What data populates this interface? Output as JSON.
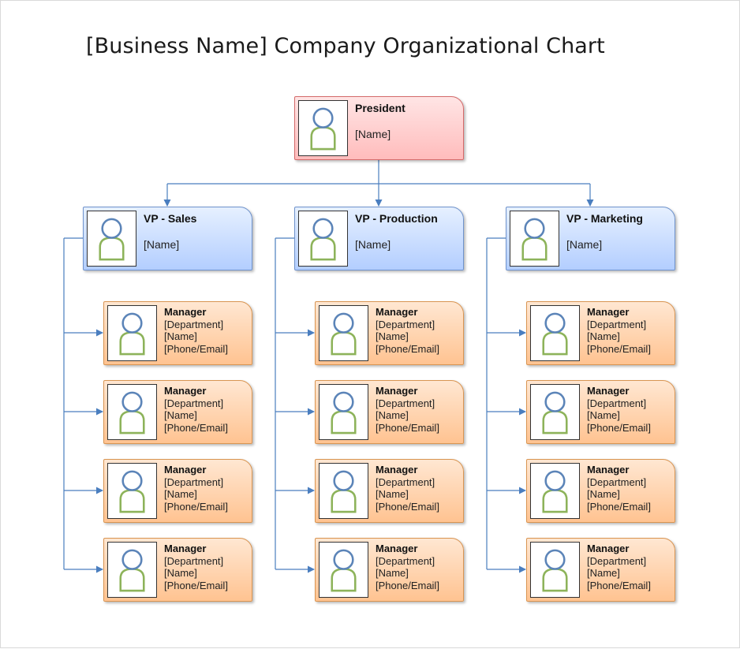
{
  "title": "[Business Name] Company Organizational Chart",
  "colors": {
    "president_fill": "#ffbcbc",
    "vp_fill": "#b3ceff",
    "manager_fill": "#ffc391",
    "connector": "#4a7ebf",
    "person_head": "#5b84b8",
    "person_body": "#8db35a"
  },
  "president": {
    "title": "President",
    "name": "[Name]",
    "icon": "person-icon"
  },
  "vps": [
    {
      "title": "VP - Sales",
      "name": "[Name]",
      "icon": "person-icon",
      "managers": [
        {
          "title": "Manager",
          "department": "[Department]",
          "name": "[Name]",
          "contact": "[Phone/Email]"
        },
        {
          "title": "Manager",
          "department": "[Department]",
          "name": "[Name]",
          "contact": "[Phone/Email]"
        },
        {
          "title": "Manager",
          "department": "[Department]",
          "name": "[Name]",
          "contact": "[Phone/Email]"
        },
        {
          "title": "Manager",
          "department": "[Department]",
          "name": "[Name]",
          "contact": "[Phone/Email]"
        }
      ]
    },
    {
      "title": "VP - Production",
      "name": "[Name]",
      "icon": "person-icon",
      "managers": [
        {
          "title": "Manager",
          "department": "[Department]",
          "name": "[Name]",
          "contact": "[Phone/Email]"
        },
        {
          "title": "Manager",
          "department": "[Department]",
          "name": "[Name]",
          "contact": "[Phone/Email]"
        },
        {
          "title": "Manager",
          "department": "[Department]",
          "name": "[Name]",
          "contact": "[Phone/Email]"
        },
        {
          "title": "Manager",
          "department": "[Department]",
          "name": "[Name]",
          "contact": "[Phone/Email]"
        }
      ]
    },
    {
      "title": "VP - Marketing",
      "name": "[Name]",
      "icon": "person-icon",
      "managers": [
        {
          "title": "Manager",
          "department": "[Department]",
          "name": "[Name]",
          "contact": "[Phone/Email]"
        },
        {
          "title": "Manager",
          "department": "[Department]",
          "name": "[Name]",
          "contact": "[Phone/Email]"
        },
        {
          "title": "Manager",
          "department": "[Department]",
          "name": "[Name]",
          "contact": "[Phone/Email]"
        },
        {
          "title": "Manager",
          "department": "[Department]",
          "name": "[Name]",
          "contact": "[Phone/Email]"
        }
      ]
    }
  ]
}
